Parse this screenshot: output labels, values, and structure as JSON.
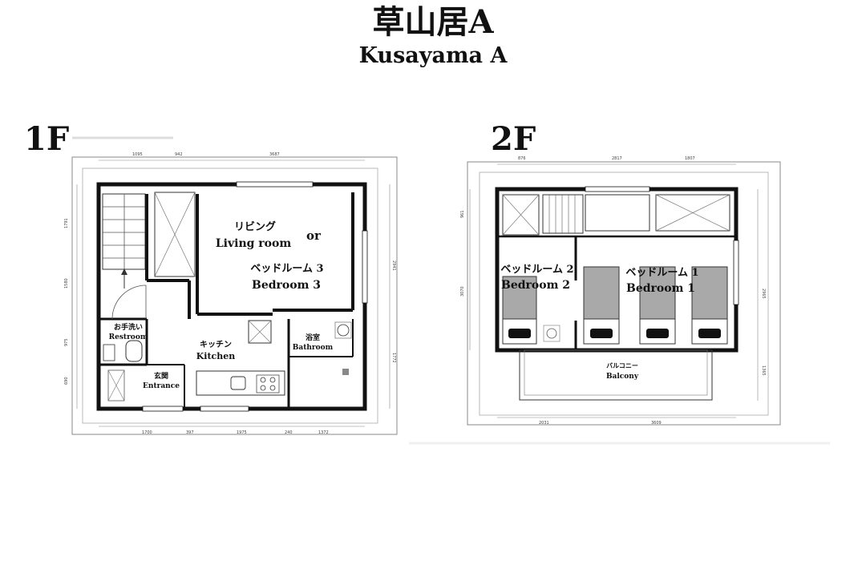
{
  "title": "草山居A",
  "subtitle": "Kusayama A",
  "floors": {
    "first": {
      "label": "1F",
      "rooms": {
        "living_jp": "リビング",
        "living_en": "Living room",
        "or": "or",
        "bedroom3_jp": "ベッドルーム 3",
        "bedroom3_en": "Bedroom 3",
        "restroom_jp": "お手洗い",
        "restroom_en": "Restroom",
        "kitchen_jp": "キッチン",
        "kitchen_en": "Kitchen",
        "bathroom_jp": "浴室",
        "bathroom_en": "Bathroom",
        "entrance_jp": "玄関",
        "entrance_en": "Entrance"
      },
      "dims_top": [
        "1095",
        "942",
        "3687"
      ],
      "dims_bottom": [
        "1700",
        "397",
        "1975",
        "240",
        "1372"
      ],
      "dims_left": [
        "1791",
        "1580",
        "975",
        "690"
      ],
      "dims_right": [
        "2941",
        "1772"
      ]
    },
    "second": {
      "label": "2F",
      "rooms": {
        "bedroom2_jp": "ベッドルーム 2",
        "bedroom2_en": "Bedroom 2",
        "bedroom1_jp": "ベッドルーム 1",
        "bedroom1_en": "Bedroom 1",
        "balcony_jp": "バルコニー",
        "balcony_en": "Balcony"
      },
      "dims_top": [
        "876",
        "2817",
        "1807"
      ],
      "dims_bottom": [
        "2031",
        "3609"
      ],
      "dims_left": [
        "961",
        "3070"
      ],
      "dims_right": [
        "2965",
        "1365"
      ]
    }
  },
  "colors": {
    "wall": "#111111",
    "bed": "#a9a9a9",
    "pillow": "#111111"
  }
}
